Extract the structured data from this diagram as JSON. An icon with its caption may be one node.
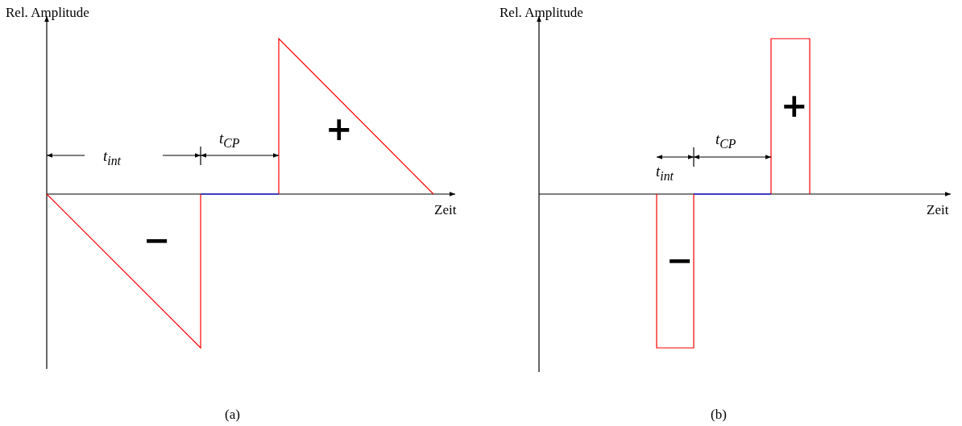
{
  "diagram": {
    "labels": [
      "Rel. Amplitude",
      "t$_{int}$",
      "t$_{CP}$",
      "+",
      "Zeit",
      "−",
      "(a)",
      "Rel. Amplitude",
      "+",
      "t$_{CP}$",
      "t$_{int}$",
      "Zeit",
      "−",
      "(b)"
    ]
  }
}
